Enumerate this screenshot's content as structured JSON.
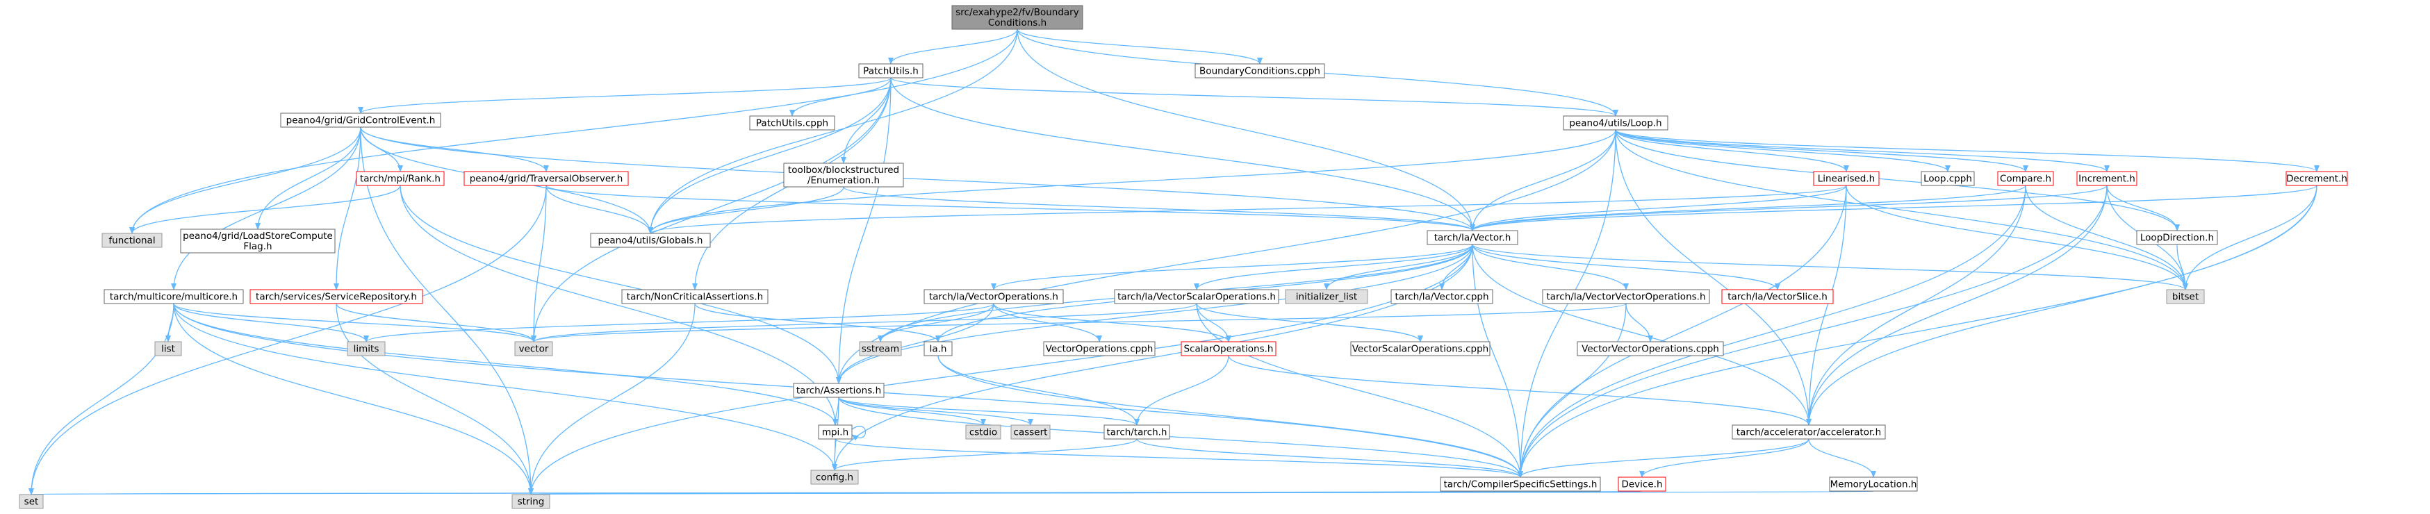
{
  "graph": {
    "nodes": [
      {
        "id": "root",
        "lines": [
          "src/exahype2/fv/Boundary",
          "Conditions.h"
        ],
        "kind": "root"
      },
      {
        "id": "patchutils_h",
        "lines": [
          "PatchUtils.h"
        ],
        "kind": "normal"
      },
      {
        "id": "boundaryconditions_cpph",
        "lines": [
          "BoundaryConditions.cpph"
        ],
        "kind": "normal"
      },
      {
        "id": "gridcontrolevent_h",
        "lines": [
          "peano4/grid/GridControlEvent.h"
        ],
        "kind": "normal"
      },
      {
        "id": "patchutils_cpph",
        "lines": [
          "PatchUtils.cpph"
        ],
        "kind": "normal"
      },
      {
        "id": "enumeration_h",
        "lines": [
          "toolbox/blockstructured",
          "/Enumeration.h"
        ],
        "kind": "normal"
      },
      {
        "id": "loop_h",
        "lines": [
          "peano4/utils/Loop.h"
        ],
        "kind": "normal"
      },
      {
        "id": "rank_h",
        "lines": [
          "tarch/mpi/Rank.h"
        ],
        "kind": "truncated"
      },
      {
        "id": "traversalobserver_h",
        "lines": [
          "peano4/grid/TraversalObserver.h"
        ],
        "kind": "truncated"
      },
      {
        "id": "functional",
        "lines": [
          "functional"
        ],
        "kind": "system"
      },
      {
        "id": "loadstore_h",
        "lines": [
          "peano4/grid/LoadStoreCompute",
          "Flag.h"
        ],
        "kind": "normal"
      },
      {
        "id": "globals_h",
        "lines": [
          "peano4/utils/Globals.h"
        ],
        "kind": "normal"
      },
      {
        "id": "vector_h",
        "lines": [
          "tarch/la/Vector.h"
        ],
        "kind": "normal"
      },
      {
        "id": "linearised_h",
        "lines": [
          "Linearised.h"
        ],
        "kind": "truncated"
      },
      {
        "id": "loop_cpph",
        "lines": [
          "Loop.cpph"
        ],
        "kind": "normal"
      },
      {
        "id": "compare_h",
        "lines": [
          "Compare.h"
        ],
        "kind": "truncated"
      },
      {
        "id": "increment_h",
        "lines": [
          "Increment.h"
        ],
        "kind": "truncated"
      },
      {
        "id": "decrement_h",
        "lines": [
          "Decrement.h"
        ],
        "kind": "truncated"
      },
      {
        "id": "loopdirection_h",
        "lines": [
          "LoopDirection.h"
        ],
        "kind": "normal"
      },
      {
        "id": "bitset",
        "lines": [
          "bitset"
        ],
        "kind": "system"
      },
      {
        "id": "multicore_h",
        "lines": [
          "tarch/multicore/multicore.h"
        ],
        "kind": "normal"
      },
      {
        "id": "servicerepository_h",
        "lines": [
          "tarch/services/ServiceRepository.h"
        ],
        "kind": "truncated"
      },
      {
        "id": "noncriticalassertions_h",
        "lines": [
          "tarch/NonCriticalAssertions.h"
        ],
        "kind": "normal"
      },
      {
        "id": "vectoroperations_h",
        "lines": [
          "tarch/la/VectorOperations.h"
        ],
        "kind": "normal"
      },
      {
        "id": "vectorscalaroperations_h",
        "lines": [
          "tarch/la/VectorScalarOperations.h"
        ],
        "kind": "normal"
      },
      {
        "id": "initializer_list",
        "lines": [
          "initializer_list"
        ],
        "kind": "system"
      },
      {
        "id": "vector_cpph",
        "lines": [
          "tarch/la/Vector.cpph"
        ],
        "kind": "normal"
      },
      {
        "id": "vectorvectoroperations_h",
        "lines": [
          "tarch/la/VectorVectorOperations.h"
        ],
        "kind": "normal"
      },
      {
        "id": "vectorslice_h",
        "lines": [
          "tarch/la/VectorSlice.h"
        ],
        "kind": "truncated"
      },
      {
        "id": "list",
        "lines": [
          "list"
        ],
        "kind": "system"
      },
      {
        "id": "limits",
        "lines": [
          "limits"
        ],
        "kind": "system"
      },
      {
        "id": "vector",
        "lines": [
          "vector"
        ],
        "kind": "system"
      },
      {
        "id": "sstream",
        "lines": [
          "sstream"
        ],
        "kind": "system"
      },
      {
        "id": "la_h",
        "lines": [
          "la.h"
        ],
        "kind": "normal"
      },
      {
        "id": "vectoroperations_cpph",
        "lines": [
          "VectorOperations.cpph"
        ],
        "kind": "normal"
      },
      {
        "id": "scalaroperations_h",
        "lines": [
          "ScalarOperations.h"
        ],
        "kind": "truncated"
      },
      {
        "id": "vectorscalaroperations_cpph",
        "lines": [
          "VectorScalarOperations.cpph"
        ],
        "kind": "normal"
      },
      {
        "id": "vectorvectoroperations_cpph",
        "lines": [
          "VectorVectorOperations.cpph"
        ],
        "kind": "normal"
      },
      {
        "id": "assertions_h",
        "lines": [
          "tarch/Assertions.h"
        ],
        "kind": "normal"
      },
      {
        "id": "mpi_h",
        "lines": [
          "mpi.h"
        ],
        "kind": "normal"
      },
      {
        "id": "cstdio",
        "lines": [
          "cstdio"
        ],
        "kind": "system"
      },
      {
        "id": "cassert",
        "lines": [
          "cassert"
        ],
        "kind": "system"
      },
      {
        "id": "tarch_h",
        "lines": [
          "tarch/tarch.h"
        ],
        "kind": "normal"
      },
      {
        "id": "accelerator_h",
        "lines": [
          "tarch/accelerator/accelerator.h"
        ],
        "kind": "normal"
      },
      {
        "id": "config_h",
        "lines": [
          "config.h"
        ],
        "kind": "system"
      },
      {
        "id": "compilerspecific_h",
        "lines": [
          "tarch/CompilerSpecificSettings.h"
        ],
        "kind": "normal"
      },
      {
        "id": "device_h",
        "lines": [
          "Device.h"
        ],
        "kind": "truncated"
      },
      {
        "id": "memorylocation_h",
        "lines": [
          "MemoryLocation.h"
        ],
        "kind": "normal"
      },
      {
        "id": "set",
        "lines": [
          "set"
        ],
        "kind": "system"
      },
      {
        "id": "string",
        "lines": [
          "string"
        ],
        "kind": "system"
      }
    ],
    "edges": [
      [
        "root",
        "patchutils_h"
      ],
      [
        "root",
        "boundaryconditions_cpph"
      ],
      [
        "root",
        "loop_h"
      ],
      [
        "root",
        "vector_h"
      ],
      [
        "root",
        "globals_h"
      ],
      [
        "root",
        "functional"
      ],
      [
        "patchutils_h",
        "gridcontrolevent_h"
      ],
      [
        "patchutils_h",
        "patchutils_cpph"
      ],
      [
        "patchutils_h",
        "enumeration_h"
      ],
      [
        "patchutils_h",
        "loop_h"
      ],
      [
        "patchutils_h",
        "globals_h"
      ],
      [
        "patchutils_h",
        "vector_h"
      ],
      [
        "patchutils_h",
        "noncriticalassertions_h"
      ],
      [
        "patchutils_h",
        "assertions_h"
      ],
      [
        "patchutils_h",
        "vector"
      ],
      [
        "gridcontrolevent_h",
        "rank_h"
      ],
      [
        "gridcontrolevent_h",
        "traversalobserver_h"
      ],
      [
        "gridcontrolevent_h",
        "functional"
      ],
      [
        "gridcontrolevent_h",
        "loadstore_h"
      ],
      [
        "gridcontrolevent_h",
        "globals_h"
      ],
      [
        "gridcontrolevent_h",
        "vector_h"
      ],
      [
        "gridcontrolevent_h",
        "multicore_h"
      ],
      [
        "gridcontrolevent_h",
        "servicerepository_h"
      ],
      [
        "gridcontrolevent_h",
        "string"
      ],
      [
        "enumeration_h",
        "globals_h"
      ],
      [
        "enumeration_h",
        "vector_h"
      ],
      [
        "rank_h",
        "functional"
      ],
      [
        "rank_h",
        "mpi_h"
      ],
      [
        "rank_h",
        "assertions_h"
      ],
      [
        "traversalobserver_h",
        "globals_h"
      ],
      [
        "traversalobserver_h",
        "vector_h"
      ],
      [
        "traversalobserver_h",
        "vector"
      ],
      [
        "traversalobserver_h",
        "set"
      ],
      [
        "loop_h",
        "globals_h"
      ],
      [
        "loop_h",
        "vector_h"
      ],
      [
        "loop_h",
        "linearised_h"
      ],
      [
        "loop_h",
        "loop_cpph"
      ],
      [
        "loop_h",
        "compare_h"
      ],
      [
        "loop_h",
        "increment_h"
      ],
      [
        "loop_h",
        "decrement_h"
      ],
      [
        "loop_h",
        "loopdirection_h"
      ],
      [
        "loop_h",
        "bitset"
      ],
      [
        "loop_h",
        "accelerator_h"
      ],
      [
        "loop_h",
        "compilerspecific_h"
      ],
      [
        "loop_h",
        "assertions_h"
      ],
      [
        "linearised_h",
        "vector_h"
      ],
      [
        "linearised_h",
        "globals_h"
      ],
      [
        "linearised_h",
        "bitset"
      ],
      [
        "linearised_h",
        "accelerator_h"
      ],
      [
        "linearised_h",
        "compilerspecific_h"
      ],
      [
        "compare_h",
        "vector_h"
      ],
      [
        "compare_h",
        "bitset"
      ],
      [
        "compare_h",
        "accelerator_h"
      ],
      [
        "compare_h",
        "compilerspecific_h"
      ],
      [
        "increment_h",
        "vector_h"
      ],
      [
        "increment_h",
        "loopdirection_h"
      ],
      [
        "increment_h",
        "bitset"
      ],
      [
        "increment_h",
        "accelerator_h"
      ],
      [
        "increment_h",
        "compilerspecific_h"
      ],
      [
        "decrement_h",
        "vector_h"
      ],
      [
        "decrement_h",
        "bitset"
      ],
      [
        "decrement_h",
        "accelerator_h"
      ],
      [
        "decrement_h",
        "compilerspecific_h"
      ],
      [
        "loopdirection_h",
        "bitset"
      ],
      [
        "vector_h",
        "vectoroperations_h"
      ],
      [
        "vector_h",
        "vectorscalaroperations_h"
      ],
      [
        "vector_h",
        "initializer_list"
      ],
      [
        "vector_h",
        "vector_cpph"
      ],
      [
        "vector_h",
        "vectorvectoroperations_h"
      ],
      [
        "vector_h",
        "vectorslice_h"
      ],
      [
        "vector_h",
        "bitset"
      ],
      [
        "vector_h",
        "accelerator_h"
      ],
      [
        "vector_h",
        "compilerspecific_h"
      ],
      [
        "vector_h",
        "assertions_h"
      ],
      [
        "vector_h",
        "la_h"
      ],
      [
        "vector_h",
        "sstream"
      ],
      [
        "vector_h",
        "config_h"
      ],
      [
        "vector_h",
        "string"
      ],
      [
        "vectoroperations_h",
        "vectoroperations_cpph"
      ],
      [
        "vectoroperations_h",
        "scalaroperations_h"
      ],
      [
        "vectoroperations_h",
        "sstream"
      ],
      [
        "vectoroperations_h",
        "limits"
      ],
      [
        "vectoroperations_h",
        "assertions_h"
      ],
      [
        "vectorscalaroperations_h",
        "scalaroperations_h"
      ],
      [
        "vectorscalaroperations_h",
        "vectorscalaroperations_cpph"
      ],
      [
        "vectorscalaroperations_h",
        "compilerspecific_h"
      ],
      [
        "vectorscalaroperations_h",
        "vector"
      ],
      [
        "vectorvectoroperations_h",
        "vectorvectoroperations_cpph"
      ],
      [
        "vectorvectoroperations_h",
        "compilerspecific_h"
      ],
      [
        "vectorvectoroperations_h",
        "vector"
      ],
      [
        "scalaroperations_h",
        "tarch_h"
      ],
      [
        "scalaroperations_h",
        "accelerator_h"
      ],
      [
        "la_h",
        "tarch_h"
      ],
      [
        "la_h",
        "compilerspecific_h"
      ],
      [
        "multicore_h",
        "list"
      ],
      [
        "multicore_h",
        "set"
      ],
      [
        "multicore_h",
        "limits"
      ],
      [
        "multicore_h",
        "vector"
      ],
      [
        "multicore_h",
        "string"
      ],
      [
        "multicore_h",
        "config_h"
      ],
      [
        "multicore_h",
        "mpi_h"
      ],
      [
        "multicore_h",
        "compilerspecific_h"
      ],
      [
        "servicerepository_h",
        "vector"
      ],
      [
        "servicerepository_h",
        "string"
      ],
      [
        "noncriticalassertions_h",
        "string"
      ],
      [
        "noncriticalassertions_h",
        "la_h"
      ],
      [
        "assertions_h",
        "mpi_h"
      ],
      [
        "assertions_h",
        "cstdio"
      ],
      [
        "assertions_h",
        "cassert"
      ],
      [
        "assertions_h",
        "config_h"
      ],
      [
        "assertions_h",
        "tarch_h"
      ],
      [
        "assertions_h",
        "compilerspecific_h"
      ],
      [
        "mpi_h",
        "config_h"
      ],
      [
        "mpi_h",
        "mpi_h"
      ],
      [
        "mpi_h",
        "compilerspecific_h"
      ],
      [
        "tarch_h",
        "config_h"
      ],
      [
        "tarch_h",
        "compilerspecific_h"
      ],
      [
        "accelerator_h",
        "compilerspecific_h"
      ],
      [
        "accelerator_h",
        "device_h"
      ],
      [
        "accelerator_h",
        "memorylocation_h"
      ],
      [
        "compilerspecific_h",
        "string"
      ],
      [
        "compilerspecific_h",
        "set"
      ],
      [
        "device_h",
        "string"
      ],
      [
        "device_h",
        "set"
      ],
      [
        "memorylocation_h",
        "string"
      ]
    ]
  },
  "colors": {
    "root_fill": "#999999",
    "root_border": "#666666",
    "normal_fill": "#ffffff",
    "normal_border": "#666666",
    "truncated_border": "#ff0000",
    "system_fill": "#e0e0e0",
    "system_border": "#999999",
    "edge": "#63b8ff"
  }
}
